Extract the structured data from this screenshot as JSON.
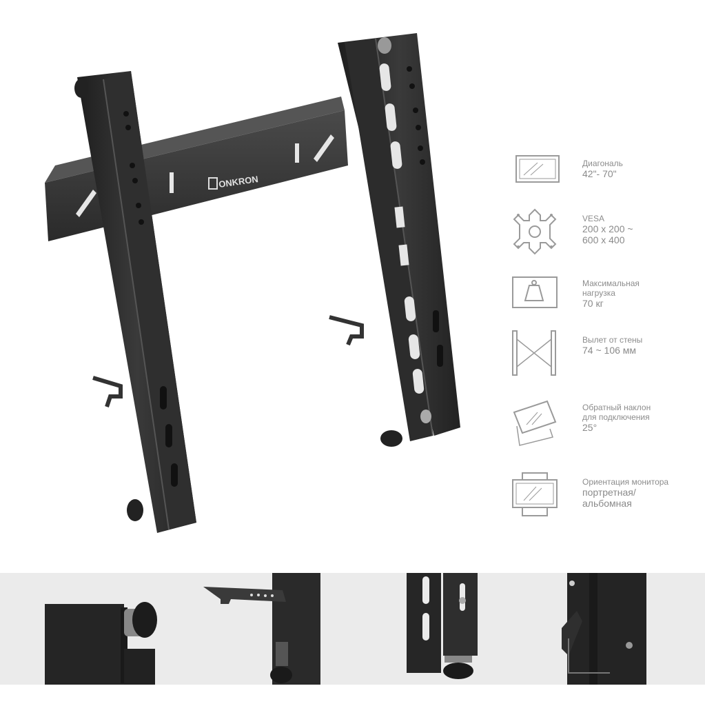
{
  "brand": {
    "logo_text": "ONKRON"
  },
  "specs": [
    {
      "icon": "diagonal-icon",
      "label": "Диагональ",
      "value": "42\"- 70\""
    },
    {
      "icon": "vesa-icon",
      "label": "VESA",
      "value_lines": [
        "200 x 200 ~",
        "600 x 400"
      ]
    },
    {
      "icon": "max-load-icon",
      "label_lines": [
        "Максимальная",
        "нагрузка"
      ],
      "value": "70 кг"
    },
    {
      "icon": "wall-distance-icon",
      "label": "Вылет от стены",
      "value": "74 ~ 106 мм"
    },
    {
      "icon": "reverse-tilt-icon",
      "label_lines": [
        "Обратный наклон",
        "для подключения"
      ],
      "value": "25°"
    },
    {
      "icon": "orientation-icon",
      "label": "Ориентация монитора",
      "value_lines": [
        "портретная/",
        "альбомная"
      ]
    }
  ],
  "colors": {
    "metal": "#2b2b2b",
    "metal_light": "#3a3a3a",
    "strip_bg": "#ebebeb",
    "spec_text": "#8c8c8c",
    "icon_stroke": "#9a9a9a"
  }
}
